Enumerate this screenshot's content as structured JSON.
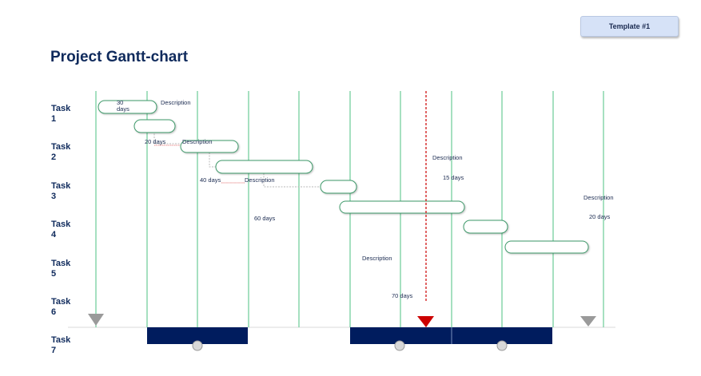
{
  "header": {
    "template_label": "Template #1",
    "title": "Project Gantt-chart"
  },
  "tasks": [
    {
      "line1": "Task",
      "line2": "1"
    },
    {
      "line1": "Task",
      "line2": "2"
    },
    {
      "line1": "Task",
      "line2": "3"
    },
    {
      "line1": "Task",
      "line2": "4"
    },
    {
      "line1": "Task",
      "line2": "5"
    },
    {
      "line1": "Task",
      "line2": "6"
    },
    {
      "line1": "Task",
      "line2": "7"
    }
  ],
  "notes": {
    "days_30": "30 days",
    "description_1": "Description",
    "days_20": "20 days",
    "description_2": "Description",
    "days_40": "40 days",
    "description_3": "Description",
    "days_60": "60 days",
    "description_4": "Description",
    "days_15": "15 days",
    "description_5": "Description",
    "days_20_b": "20 days",
    "description_6": "Description",
    "days_70": "70 days"
  },
  "colors": {
    "gridline": "#7fd3a6",
    "bar_border": "#3e9a6a",
    "milestone_bar": "#001c5e",
    "today_line": "#cc0000",
    "marker_grey": "#9a9a9a",
    "text": "#0f2a5c"
  }
}
